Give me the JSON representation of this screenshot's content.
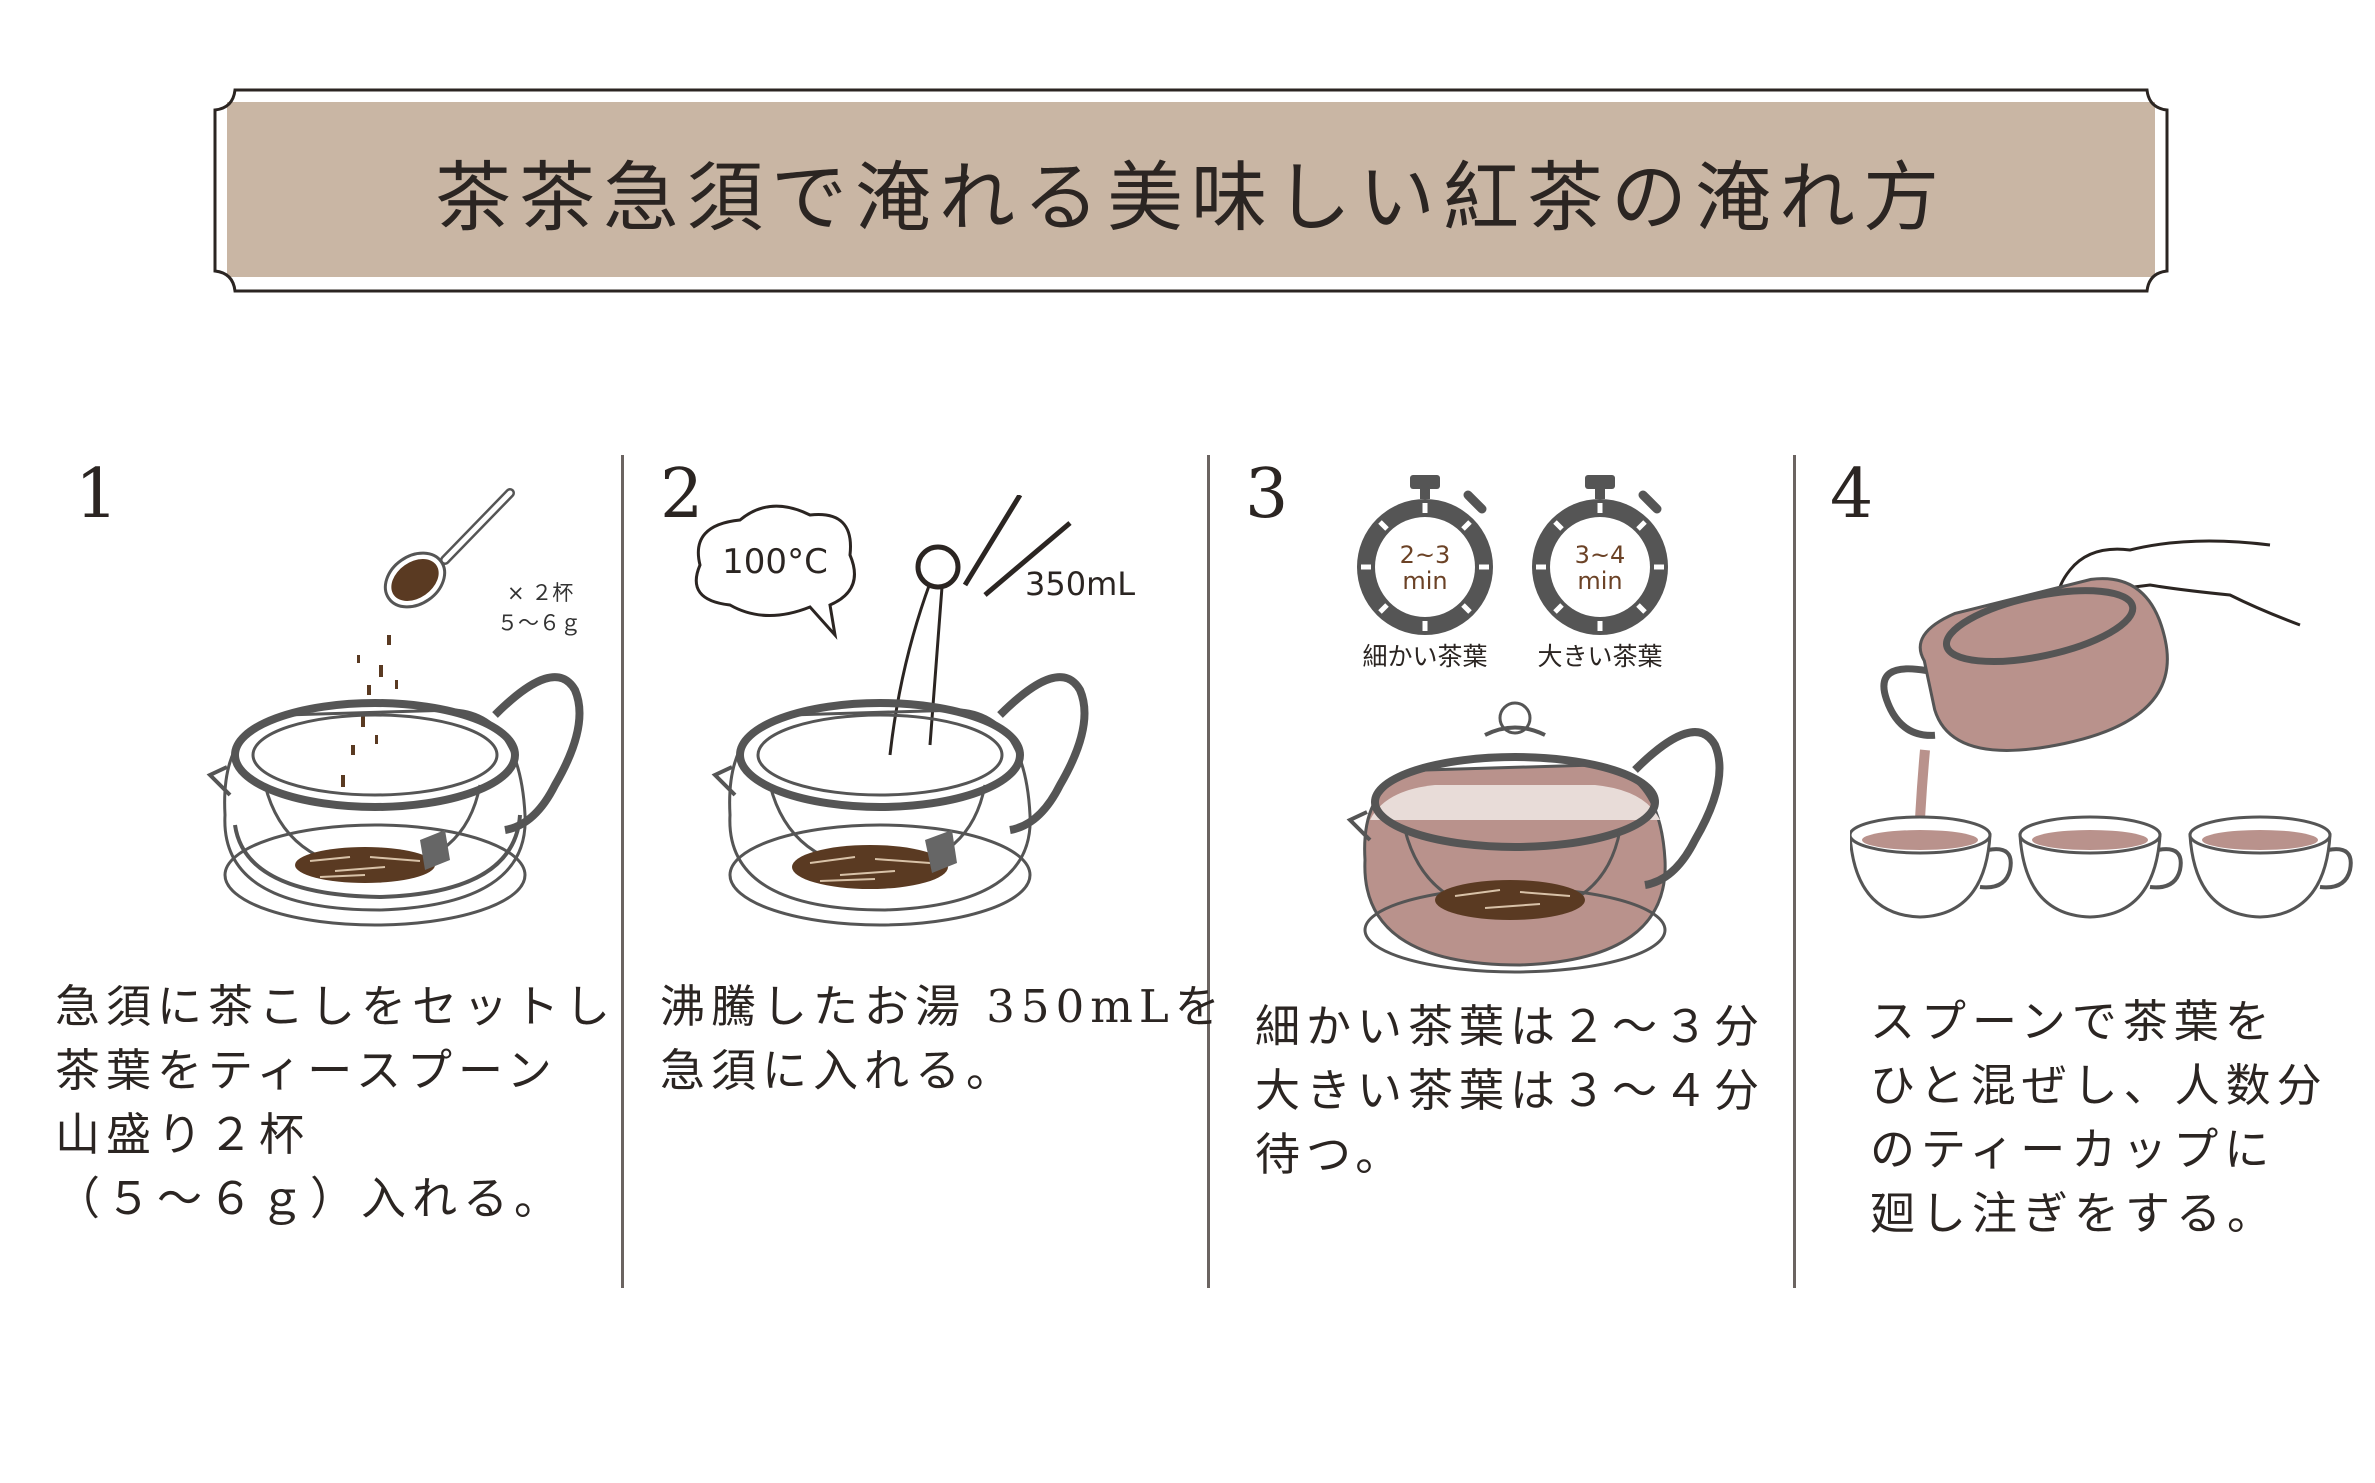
{
  "title": "茶茶急須で淹れる美味しい紅茶の淹れ方",
  "colors": {
    "banner_fill": "#c9b6a4",
    "ink": "#2b2522",
    "tea_leaf": "#5a3a22",
    "tea_liquid": "#b9928c",
    "timer_gray": "#555555",
    "timer_label": "#6b4226"
  },
  "steps": [
    {
      "number": "1",
      "annotation": {
        "line1": "× ２杯",
        "line2": "５～６ｇ"
      },
      "lines": [
        "急須に茶こしをセットし",
        "茶葉をティースプーン",
        "山盛り２杯",
        "（５～６ｇ）入れる。"
      ]
    },
    {
      "number": "2",
      "bubble": "100°C",
      "volume": "350mL",
      "lines": [
        "沸騰したお湯 350mLを",
        "急須に入れる。"
      ]
    },
    {
      "number": "3",
      "timers": [
        {
          "time": "2~3",
          "unit": "min",
          "caption": "細かい茶葉"
        },
        {
          "time": "3~4",
          "unit": "min",
          "caption": "大きい茶葉"
        }
      ],
      "lines": [
        "細かい茶葉は２～３分",
        "大きい茶葉は３～４分",
        "待つ。"
      ]
    },
    {
      "number": "4",
      "lines": [
        "スプーンで茶葉を",
        "ひと混ぜし、人数分",
        "のティーカップに",
        "廻し注ぎをする。"
      ]
    }
  ]
}
